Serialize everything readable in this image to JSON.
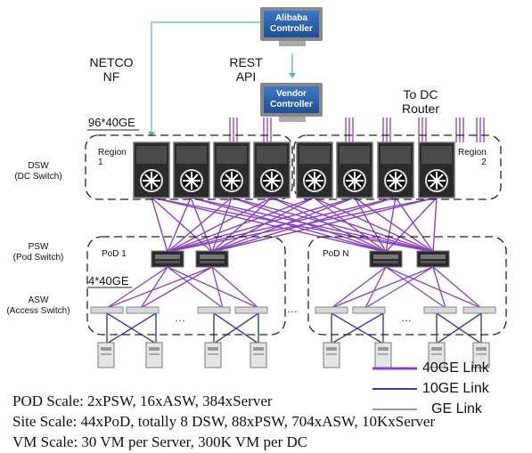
{
  "controllers": {
    "alibaba": "Alibaba Controller",
    "vendor": "Vendor Controller"
  },
  "labels": {
    "netco_nf": [
      "NETCO",
      "NF"
    ],
    "rest_api": [
      "REST",
      "API"
    ],
    "to_dc_router": [
      "To DC",
      "Router"
    ],
    "uplink_count": "96*40GE",
    "pod_link_count": "4*40GE"
  },
  "regions": {
    "region1": [
      "Region",
      "1"
    ],
    "region2": [
      "Region",
      "2"
    ]
  },
  "pods": {
    "pod1": "PoD 1",
    "podN": "PoD N"
  },
  "tiers": {
    "dsw": [
      "DSW",
      "(DC Switch)"
    ],
    "psw": [
      "PSW",
      "(Pod Switch)"
    ],
    "asw": [
      "ASW",
      "(Access Switch)"
    ]
  },
  "legend": [
    {
      "label": "40GE Link",
      "color": "#8b3fc7"
    },
    {
      "label": "10GE Link",
      "color": "#3a3aa8"
    },
    {
      "label": "GE Link",
      "color": "#9a9a9a"
    }
  ],
  "scale_notes": [
    "POD Scale: 2xPSW, 16xASW, 384xServer",
    "Site Scale: 44xPoD, totally 8 DSW, 88xPSW, 704xASW, 10KxServer",
    "VM Scale: 30 VM per Server, 300K VM per DC"
  ],
  "ellipsis": "…"
}
